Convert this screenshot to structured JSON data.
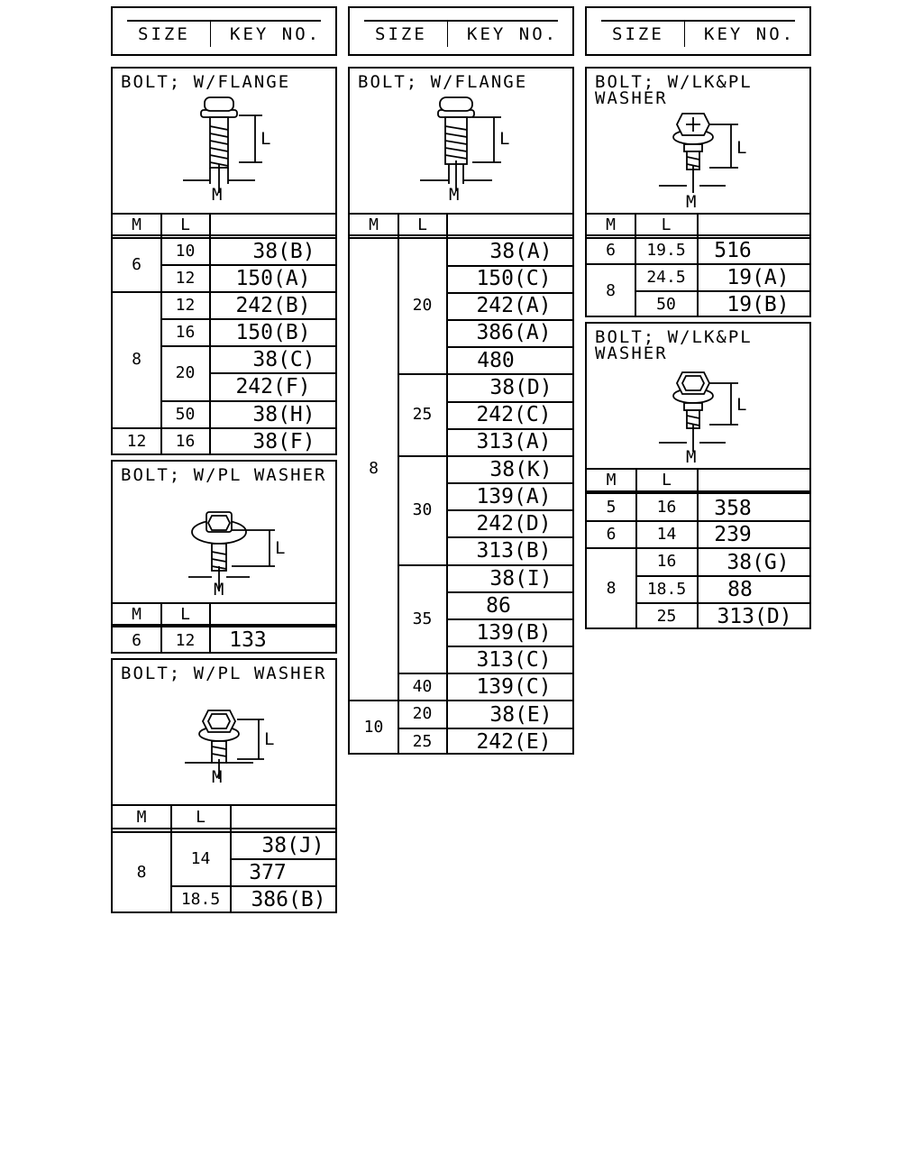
{
  "headers": [
    {
      "size": "SIZE",
      "key": "KEY NO."
    },
    {
      "size": "SIZE",
      "key": "KEY NO."
    },
    {
      "size": "SIZE",
      "key": "KEY NO."
    }
  ],
  "panels": [
    {
      "title": "BOLT; W/FLANGE",
      "dim_m": "M",
      "dim_l": "L",
      "col_m": "M",
      "col_l": "L",
      "rows": [
        {
          "m": "6",
          "l": "10",
          "key": "38(B)"
        },
        {
          "m": "",
          "l": "12",
          "key": "150(A)"
        },
        {
          "m": "8",
          "l": "12",
          "key": "242(B)"
        },
        {
          "m": "",
          "l": "16",
          "key": "150(B)"
        },
        {
          "m": "",
          "l": "20",
          "key": "38(C)"
        },
        {
          "m": "",
          "l": "",
          "key": "242(F)"
        },
        {
          "m": "",
          "l": "50",
          "key": "38(H)"
        },
        {
          "m": "12",
          "l": "16",
          "key": "38(F)"
        }
      ]
    },
    {
      "title": "BOLT; W/PL WASHER",
      "dim_m": "M",
      "dim_l": "L",
      "col_m": "M",
      "col_l": "L",
      "rows": [
        {
          "m": "6",
          "l": "12",
          "key": "133"
        }
      ]
    },
    {
      "title": "BOLT; W/PL WASHER",
      "dim_m": "M",
      "dim_l": "L",
      "col_m": "M",
      "col_l": "L",
      "rows": [
        {
          "m": "8",
          "l": "14",
          "key": "38(J)"
        },
        {
          "m": "",
          "l": "",
          "key": "377"
        },
        {
          "m": "",
          "l": "18.5",
          "key": "386(B)"
        }
      ]
    },
    {
      "title": "BOLT; W/FLANGE",
      "dim_m": "M",
      "dim_l": "L",
      "col_m": "M",
      "col_l": "L",
      "rows": [
        {
          "m": "8",
          "l": "20",
          "key": "38(A)"
        },
        {
          "m": "",
          "l": "",
          "key": "150(C)"
        },
        {
          "m": "",
          "l": "",
          "key": "242(A)"
        },
        {
          "m": "",
          "l": "",
          "key": "386(A)"
        },
        {
          "m": "",
          "l": "",
          "key": "480"
        },
        {
          "m": "",
          "l": "25",
          "key": "38(D)"
        },
        {
          "m": "",
          "l": "",
          "key": "242(C)"
        },
        {
          "m": "",
          "l": "",
          "key": "313(A)"
        },
        {
          "m": "",
          "l": "30",
          "key": "38(K)"
        },
        {
          "m": "",
          "l": "",
          "key": "139(A)"
        },
        {
          "m": "",
          "l": "",
          "key": "242(D)"
        },
        {
          "m": "",
          "l": "",
          "key": "313(B)"
        },
        {
          "m": "",
          "l": "35",
          "key": "38(I)"
        },
        {
          "m": "",
          "l": "",
          "key": "86"
        },
        {
          "m": "",
          "l": "",
          "key": "139(B)"
        },
        {
          "m": "",
          "l": "",
          "key": "313(C)"
        },
        {
          "m": "",
          "l": "40",
          "key": "139(C)"
        },
        {
          "m": "10",
          "l": "20",
          "key": "38(E)"
        },
        {
          "m": "",
          "l": "25",
          "key": "242(E)"
        }
      ]
    },
    {
      "title": "BOLT; W/LK&PL WASHER",
      "dim_m": "M",
      "dim_l": "L",
      "col_m": "M",
      "col_l": "L",
      "rows": [
        {
          "m": "6",
          "l": "19.5",
          "key": "516"
        },
        {
          "m": "8",
          "l": "24.5",
          "key": "19(A)"
        },
        {
          "m": "",
          "l": "50",
          "key": "19(B)"
        }
      ]
    },
    {
      "title": "BOLT; W/LK&PL WASHER",
      "dim_m": "M",
      "dim_l": "L",
      "col_m": "M",
      "col_l": "L",
      "rows": [
        {
          "m": "5",
          "l": "16",
          "key": "358"
        },
        {
          "m": "6",
          "l": "14",
          "key": "239"
        },
        {
          "m": "8",
          "l": "16",
          "key": "38(G)"
        },
        {
          "m": "",
          "l": "18.5",
          "key": "88"
        },
        {
          "m": "",
          "l": "25",
          "key": "313(D)"
        }
      ]
    }
  ]
}
